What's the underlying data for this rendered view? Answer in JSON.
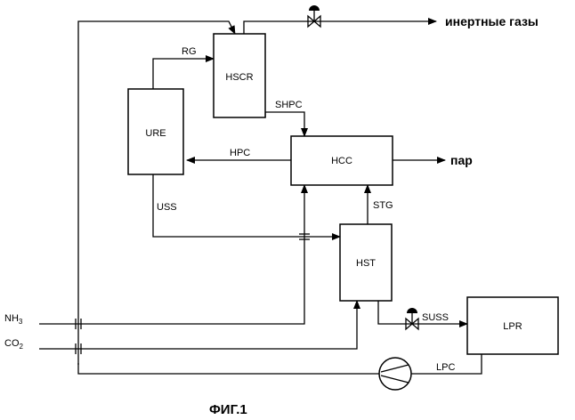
{
  "blocks": {
    "hscr": "HSCR",
    "ure": "URE",
    "hcc": "HCC",
    "hst": "HST",
    "lpr": "LPR"
  },
  "streams": {
    "rg": "RG",
    "shpc": "SHPC",
    "hpc": "HPC",
    "uss": "USS",
    "stg": "STG",
    "suss": "SUSS",
    "lpc": "LPC"
  },
  "outputs": {
    "inert_gases": "инертные газы",
    "steam": "пар"
  },
  "inputs": {
    "nh3_main": "NH",
    "nh3_sub": "3",
    "co2_main": "CO",
    "co2_sub": "2"
  },
  "caption": "ФИГ.1"
}
